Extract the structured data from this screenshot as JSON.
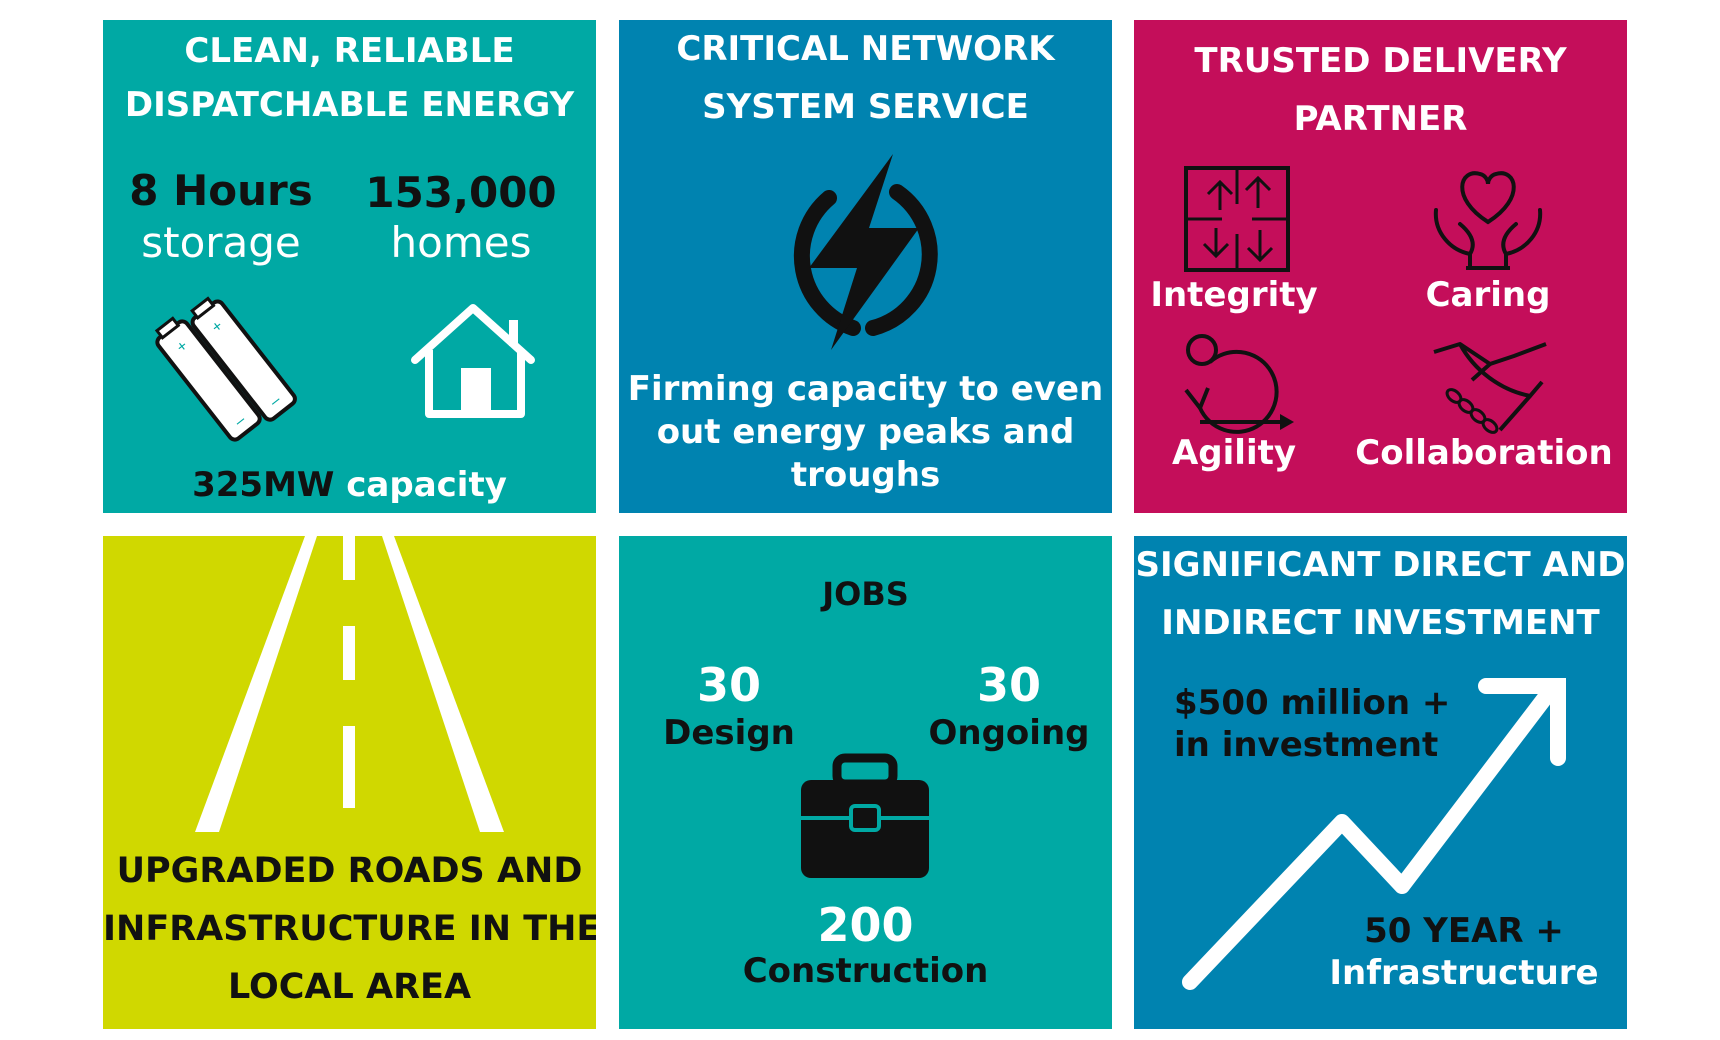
{
  "energy": {
    "title_line1": "CLEAN, RELIABLE",
    "title_line2": "DISPATCHABLE ENERGY",
    "storage_value": "8 Hours",
    "storage_label": "storage",
    "homes_value": "153,000",
    "homes_label": "homes",
    "capacity_value": "325MW",
    "capacity_label": "capacity",
    "icons": [
      "battery-icon",
      "house-icon"
    ]
  },
  "network": {
    "title_line1": "CRITICAL NETWORK",
    "title_line2": "SYSTEM SERVICE",
    "desc_line1": "Firming capacity to even",
    "desc_line2": "out energy peaks and",
    "desc_line3": "troughs",
    "icon": "lightning-power-icon"
  },
  "partner": {
    "title_line1": "TRUSTED DELIVERY",
    "title_line2": "PARTNER",
    "values": [
      {
        "label": "Integrity",
        "icon": "puzzle-icon"
      },
      {
        "label": "Caring",
        "icon": "heart-hands-icon"
      },
      {
        "label": "Agility",
        "icon": "agile-loop-icon"
      },
      {
        "label": "Collaboration",
        "icon": "handshake-icon"
      }
    ]
  },
  "roads": {
    "title_line1": "UPGRADED ROADS AND",
    "title_line2": "INFRASTRUCTURE IN THE",
    "title_line3": "LOCAL AREA",
    "icon": "road-icon"
  },
  "jobs": {
    "title": "JOBS",
    "design_value": "30",
    "design_label": "Design",
    "ongoing_value": "30",
    "ongoing_label": "Ongoing",
    "construction_value": "200",
    "construction_label": "Construction",
    "icon": "briefcase-icon"
  },
  "investment": {
    "title_line1": "SIGNIFICANT DIRECT AND",
    "title_line2": "INDIRECT INVESTMENT",
    "amount_line1": "$500 million +",
    "amount_line2": "in investment",
    "years_line1": "50 YEAR +",
    "years_line2": "Infrastructure",
    "icon": "trend-arrow-icon"
  },
  "colors": {
    "teal": "#00a9a4",
    "blue": "#0083b0",
    "magenta": "#c40e5a",
    "lime": "#d0d800"
  }
}
